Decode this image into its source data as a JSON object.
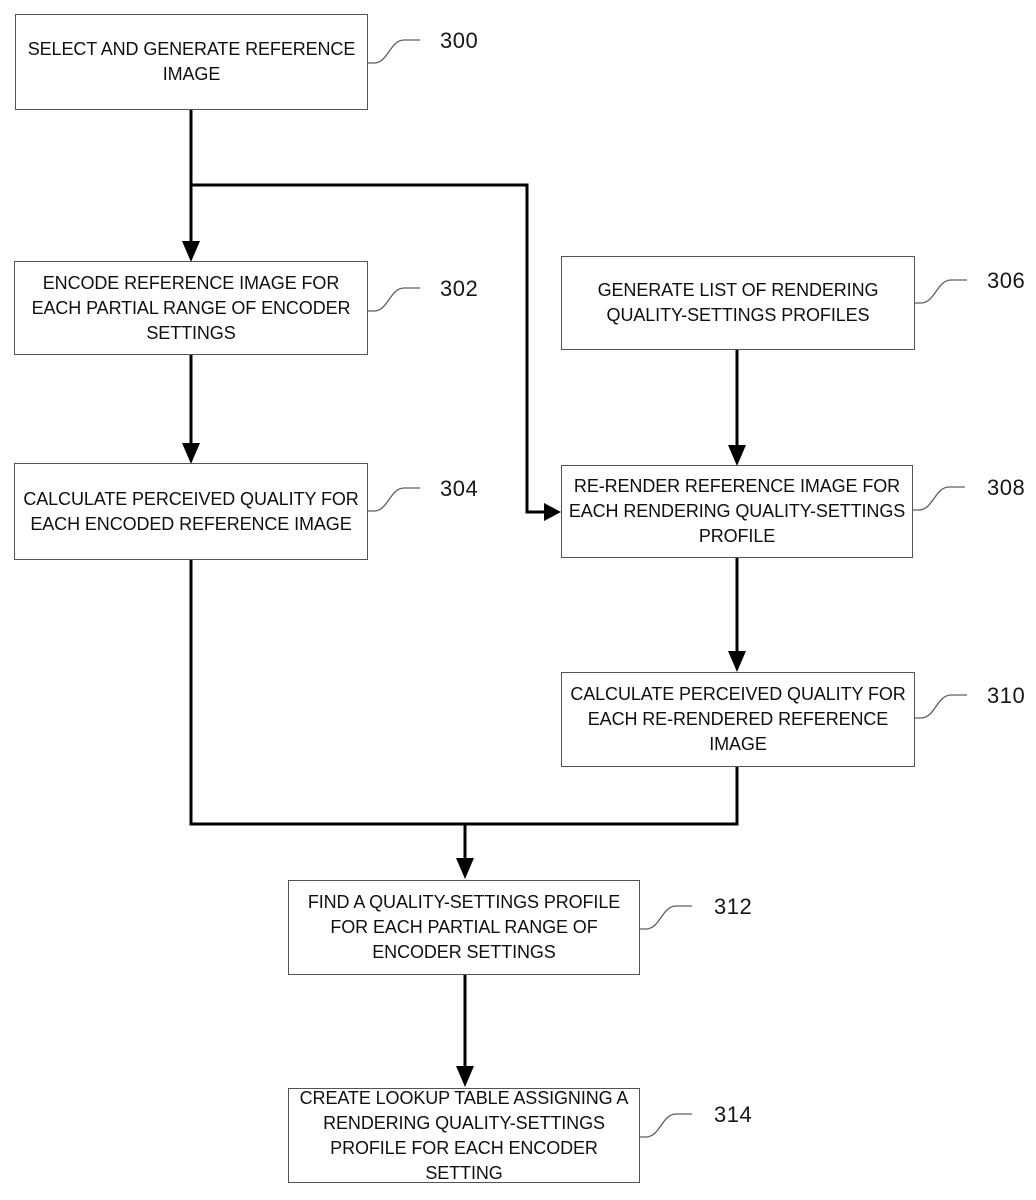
{
  "figure": {
    "background_color": "#ffffff",
    "flow_line_color": "#000000",
    "box_border_color": "#545454",
    "text_color": "#101010"
  },
  "boxes": [
    {
      "ref": "300",
      "text": "SELECT AND GENERATE REFERENCE IMAGE"
    },
    {
      "ref": "302",
      "text": "ENCODE REFERENCE IMAGE FOR EACH PARTIAL RANGE OF ENCODER SETTINGS"
    },
    {
      "ref": "304",
      "text": "CALCULATE PERCEIVED QUALITY FOR EACH ENCODED REFERENCE IMAGE"
    },
    {
      "ref": "306",
      "text": "GENERATE LIST OF RENDERING QUALITY-SETTINGS PROFILES"
    },
    {
      "ref": "308",
      "text": "RE-RENDER REFERENCE IMAGE FOR EACH RENDERING QUALITY-SETTINGS PROFILE"
    },
    {
      "ref": "310",
      "text": "CALCULATE PERCEIVED QUALITY FOR EACH RE-RENDERED REFERENCE IMAGE"
    },
    {
      "ref": "312",
      "text": "FIND A QUALITY-SETTINGS PROFILE FOR EACH PARTIAL RANGE OF ENCODER SETTINGS"
    },
    {
      "ref": "314",
      "text": "CREATE LOOKUP TABLE ASSIGNING A RENDERING QUALITY-SETTINGS PROFILE FOR EACH ENCODER SETTING"
    }
  ],
  "edges": [
    {
      "from": "300",
      "to": "302"
    },
    {
      "from": "300",
      "to": "308"
    },
    {
      "from": "302",
      "to": "304"
    },
    {
      "from": "306",
      "to": "308"
    },
    {
      "from": "308",
      "to": "310"
    },
    {
      "from": "304",
      "to": "312"
    },
    {
      "from": "310",
      "to": "312"
    },
    {
      "from": "312",
      "to": "314"
    }
  ]
}
